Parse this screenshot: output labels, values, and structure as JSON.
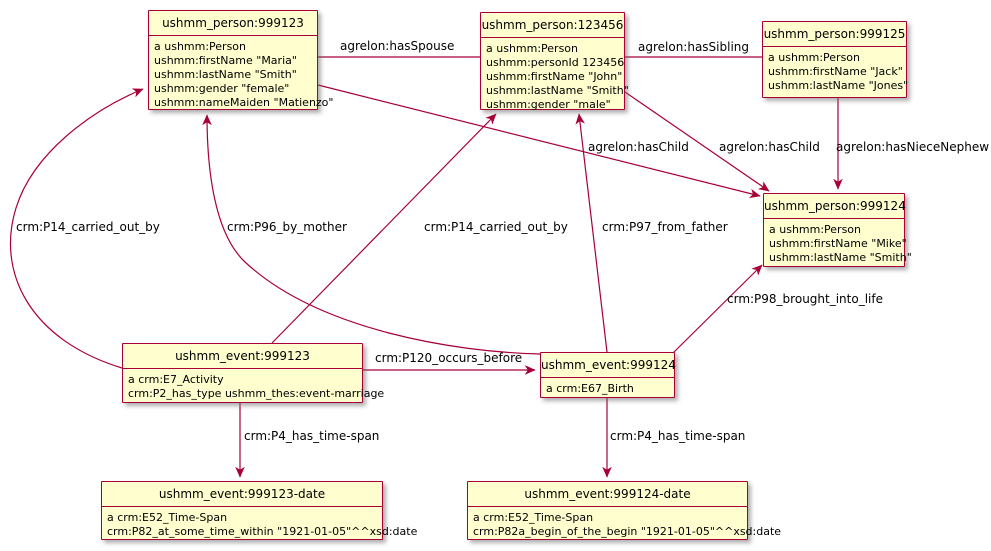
{
  "diagram": {
    "background_color": "#FFFFFF",
    "node_fill_color": "#FEFECE",
    "node_border_color": "#A80036",
    "edge_color": "#A80036",
    "nodes": {
      "person_999123": {
        "title": "ushmm_person:999123",
        "attrs": [
          "a ushmm:Person",
          "ushmm:firstName \"Maria\"",
          "ushmm:lastName \"Smith\"",
          "ushmm:gender \"female\"",
          "ushmm:nameMaiden \"Matienzo\""
        ]
      },
      "person_123456": {
        "title": "ushmm_person:123456",
        "attrs": [
          "a ushmm:Person",
          "ushmm:personId 123456",
          "ushmm:firstName \"John\"",
          "ushmm:lastName \"Smith\"",
          "ushmm:gender \"male\""
        ]
      },
      "person_999125": {
        "title": "ushmm_person:999125",
        "attrs": [
          "a ushmm:Person",
          "ushmm:firstName \"Jack\"",
          "ushmm:lastName \"Jones\""
        ]
      },
      "person_999124": {
        "title": "ushmm_person:999124",
        "attrs": [
          "a ushmm:Person",
          "ushmm:firstName \"Mike\"",
          "ushmm:lastName \"Smith\""
        ]
      },
      "event_999123": {
        "title": "ushmm_event:999123",
        "attrs": [
          "a crm:E7_Activity",
          "crm:P2_has_type ushmm_thes:event-marriage"
        ]
      },
      "event_999124": {
        "title": "ushmm_event:999124",
        "attrs": [
          "a crm:E67_Birth"
        ]
      },
      "event_999123_date": {
        "title": "ushmm_event:999123-date",
        "attrs": [
          "a crm:E52_Time-Span",
          "crm:P82_at_some_time_within \"1921-01-05\"^^xsd:date"
        ]
      },
      "event_999124_date": {
        "title": "ushmm_event:999124-date",
        "attrs": [
          "a crm:E52_Time-Span",
          "crm:P82a_begin_of_the_begin \"1921-01-05\"^^xsd:date"
        ]
      }
    },
    "edge_labels": {
      "hasSpouse": "agrelon:hasSpouse",
      "hasSibling": "agrelon:hasSibling",
      "hasChild_1": "agrelon:hasChild",
      "hasChild_2": "agrelon:hasChild",
      "hasNieceNephew": "agrelon:hasNieceNephew",
      "p14_carried_out_by_1": "crm:P14_carried_out_by",
      "p96_by_mother": "crm:P96_by_mother",
      "p14_carried_out_by_2": "crm:P14_carried_out_by",
      "p97_from_father": "crm:P97_from_father",
      "p98_brought_into_life": "crm:P98_brought_into_life",
      "p120_occurs_before": "crm:P120_occurs_before",
      "p4_has_time_span_1": "crm:P4_has_time-span",
      "p4_has_time_span_2": "crm:P4_has_time-span"
    }
  }
}
